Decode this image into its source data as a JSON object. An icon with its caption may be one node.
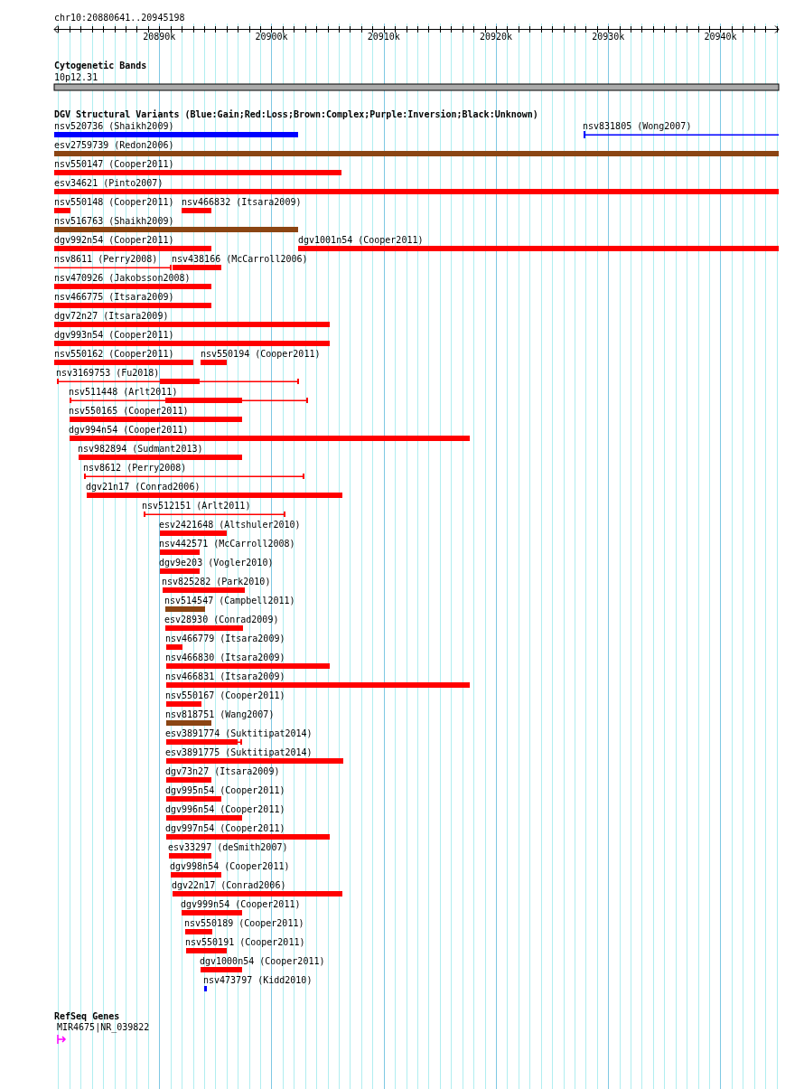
{
  "diagram": {
    "labels": [
      "chr10:20880641..20945198",
      "20890k",
      "20900k",
      "20910k",
      "20920k",
      "20930k",
      "20940k",
      "Cytogenetic Bands",
      "10p12.31",
      "DGV Structural Variants (Blue:Gain;Red:Loss;Brown:Complex;Purple:Inversion;Black:Unknown)",
      "nsv520736 (Shaikh2009)",
      "nsv831805 (Wong2007)",
      "esv2759739 (Redon2006)",
      "nsv550147 (Cooper2011)",
      "esv34621 (Pinto2007)",
      "nsv550148 (Cooper2011)",
      "nsv466832 (Itsara2009)",
      "nsv516763 (Shaikh2009)",
      "dgv992n54 (Cooper2011)",
      "dgv1001n54 (Cooper2011)",
      "nsv8611 (Perry2008)",
      "nsv438166 (McCarroll2006)",
      "nsv470926 (Jakobsson2008)",
      "nsv466775 (Itsara2009)",
      "dgv72n27 (Itsara2009)",
      "dgv993n54 (Cooper2011)",
      "nsv550162 (Cooper2011)",
      "nsv550194 (Cooper2011)",
      "nsv3169753 (Fu2018)",
      "nsv511448 (Arlt2011)",
      "nsv550165 (Cooper2011)",
      "dgv994n54 (Cooper2011)",
      "nsv982894 (Sudmant2013)",
      "nsv8612 (Perry2008)",
      "dgv21n17 (Conrad2006)",
      "nsv512151 (Arlt2011)",
      "esv2421648 (Altshuler2010)",
      "nsv442571 (McCarroll2008)",
      "dgv9e203 (Vogler2010)",
      "nsv825282 (Park2010)",
      "nsv514547 (Campbell2011)",
      "esv28930 (Conrad2009)",
      "nsv466779 (Itsara2009)",
      "nsv466830 (Itsara2009)",
      "nsv466831 (Itsara2009)",
      "nsv550167 (Cooper2011)",
      "nsv818751 (Wang2007)",
      "esv3891774 (Suktitipat2014)",
      "esv3891775 (Suktitipat2014)",
      "dgv73n27 (Itsara2009)",
      "dgv995n54 (Cooper2011)",
      "dgv996n54 (Cooper2011)",
      "dgv997n54 (Cooper2011)",
      "esv33297 (deSmith2007)",
      "dgv998n54 (Cooper2011)",
      "dgv22n17 (Conrad2006)",
      "dgv999n54 (Cooper2011)",
      "nsv550189 (Cooper2011)",
      "nsv550191 (Cooper2011)",
      "dgv1000n54 (Cooper2011)",
      "nsv473797 (Kidd2010)",
      "RefSeq Genes",
      "MIR4675|NR_039822"
    ]
  }
}
